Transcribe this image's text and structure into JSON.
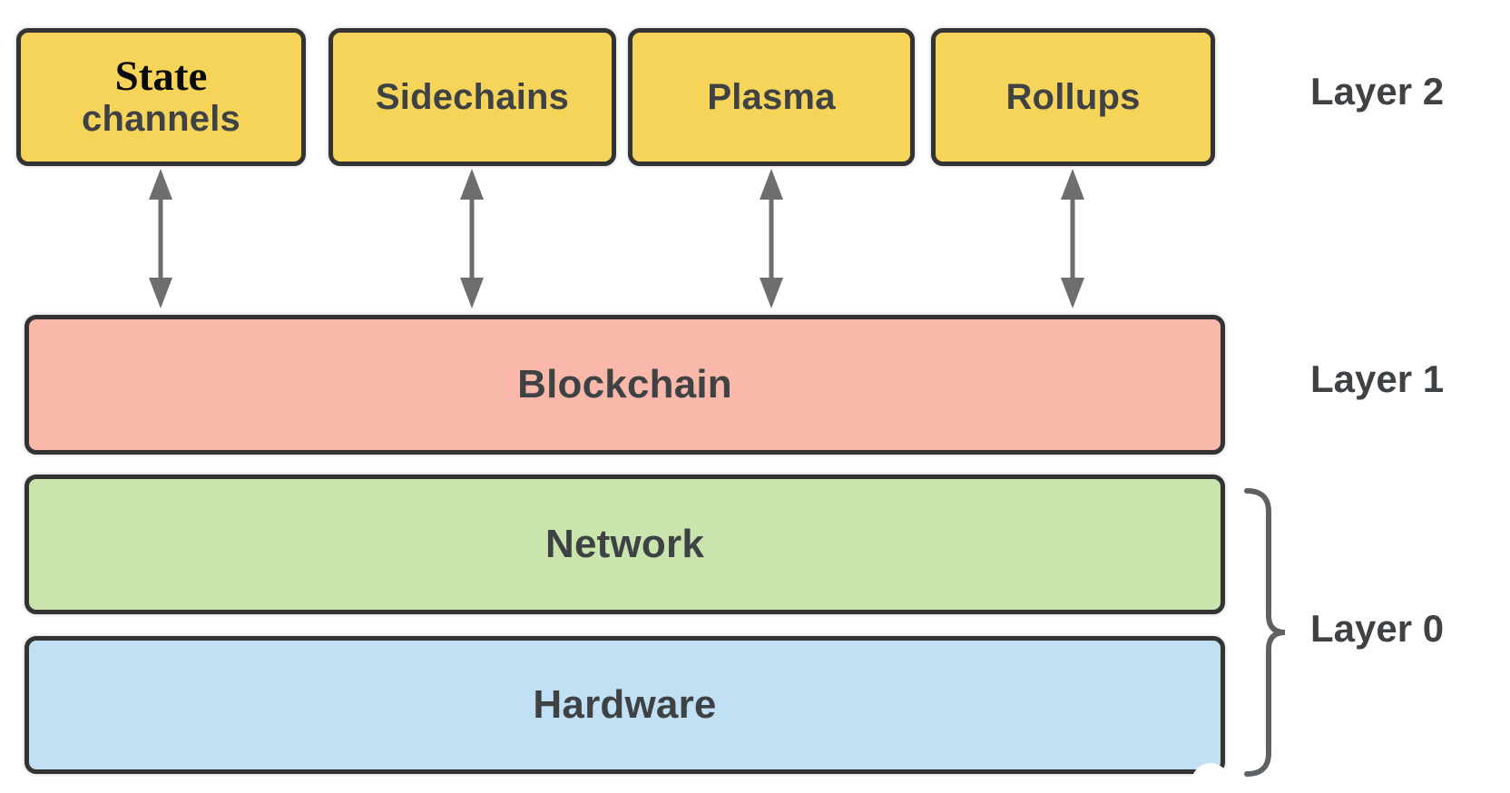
{
  "layers": {
    "layer2": {
      "label": "Layer 2",
      "boxes": [
        {
          "serif_line": "State",
          "label": "channels"
        },
        {
          "label": "Sidechains"
        },
        {
          "label": "Plasma"
        },
        {
          "label": "Rollups"
        }
      ]
    },
    "layer1": {
      "label": "Layer 1",
      "boxes": [
        {
          "label": "Blockchain"
        }
      ]
    },
    "layer0": {
      "label": "Layer 0",
      "boxes": [
        {
          "label": "Network"
        },
        {
          "label": "Hardware"
        }
      ]
    }
  },
  "icons": {
    "arrow": "bidirectional-vertical-arrow",
    "brace": "right-curly-brace"
  },
  "colors": {
    "layer2_box_fill": "#F6D45A",
    "layer1_box_fill": "#F9B8A9",
    "network_box_fill": "#C9E4AC",
    "hardware_box_fill": "#C2E0F4",
    "box_border": "#333333",
    "arrow": "#6E6E6E",
    "brace": "#5D6163",
    "text": "#3E4245"
  }
}
